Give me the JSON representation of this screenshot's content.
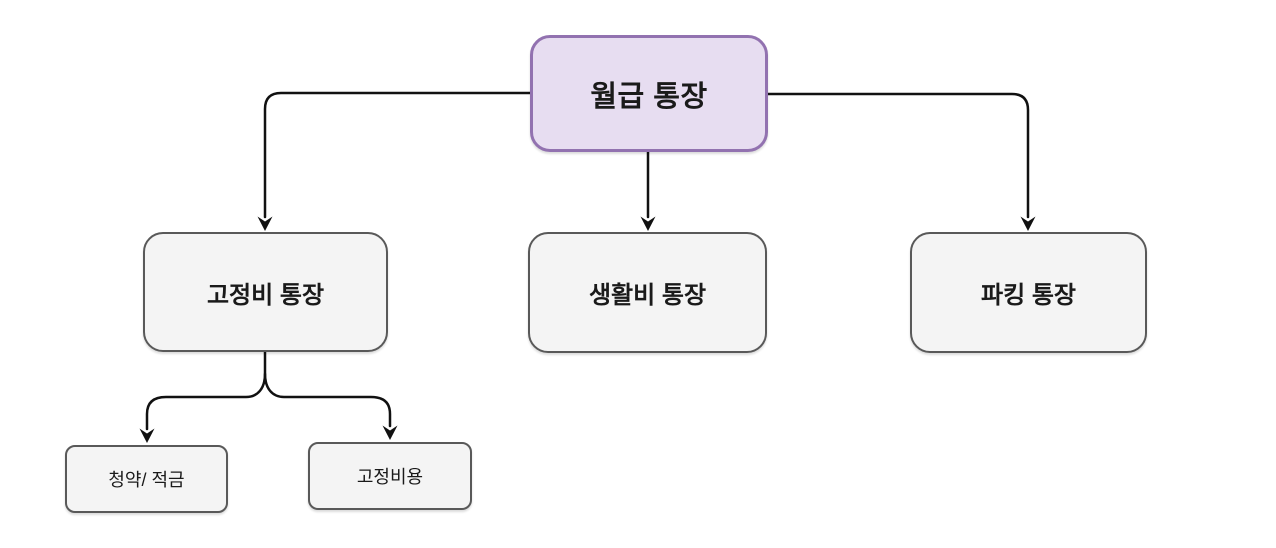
{
  "diagram": {
    "type": "flowchart",
    "nodes": {
      "root": {
        "label": "월급 통장"
      },
      "fixed": {
        "label": "고정비 통장"
      },
      "living": {
        "label": "생활비 통장"
      },
      "parking": {
        "label": "파킹 통장"
      },
      "savings": {
        "label": "청약/ 적금"
      },
      "fixedcosts": {
        "label": "고정비용"
      }
    },
    "edges": [
      {
        "from": "월급 통장",
        "to": "고정비 통장"
      },
      {
        "from": "월급 통장",
        "to": "생활비 통장"
      },
      {
        "from": "월급 통장",
        "to": "파킹 통장"
      },
      {
        "from": "고정비 통장",
        "to": "청약/ 적금"
      },
      {
        "from": "고정비 통장",
        "to": "고정비용"
      }
    ]
  },
  "colors": {
    "canvas_bg": "#ffffff",
    "root_fill": "#e7ddf1",
    "root_border": "#9272b0",
    "node_fill": "#f4f4f4",
    "node_border": "#595959",
    "connector": "#111111",
    "text": "#1a1a1a"
  }
}
